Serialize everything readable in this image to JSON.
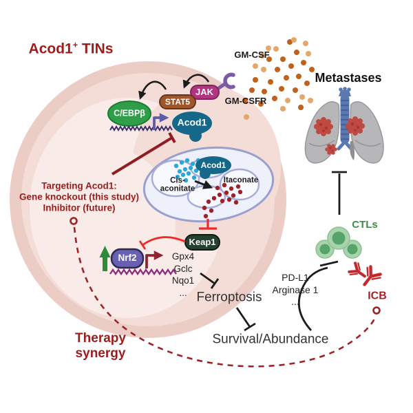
{
  "title": {
    "base": "Acod1",
    "sup": "+",
    "rest": " TINs"
  },
  "labels": {
    "gm_csf": "GM-CSF",
    "gm_csfr": "GM-CSFR",
    "jak": "JAK",
    "stat5": "STAT5",
    "cebpb": "C/EBPβ",
    "acod1": "Acod1",
    "acod1_mito": "Acod1",
    "cis_aconitate": "Cis-\naconitate",
    "itaconate": "Itaconate",
    "targeting": "Targeting Acod1:\nGene knockout (this study)\nInhibitor (future)",
    "keap1": "Keap1",
    "nrf2": "Nrf2",
    "genes": "Gpx4\nGclc\nNqo1\n...",
    "ferroptosis": "Ferroptosis",
    "survival": "Survival/Abundance",
    "pd_l1_list": "PD-L1\nArginase 1\n...",
    "ctls": "CTLs",
    "icb": "ICB",
    "metastases": "Metastases",
    "therapy_synergy": "Therapy\nsynergy"
  },
  "icons": {
    "cell": "neutrophil-cell",
    "receptor": "gm-csfr-receptor",
    "cytokine_dots": "gm-csf-molecules",
    "mitochondria": "mitochondria",
    "dna": "dna-squiggle",
    "ctl_cells": "ctl-cell-cluster",
    "antibody": "antibody-y-icon",
    "lungs": "lungs-with-tumors",
    "ball_end": "dashed-connector-end"
  },
  "colors": {
    "dark_red_text": "#9e1b1b",
    "cell_fill": "#f4dcd7",
    "cell_ring": "#eccdc6",
    "cell_swirl": "#f9ebe7",
    "jak": "#b23480",
    "stat5": "#a0562b",
    "cebpb": "#2f9e49",
    "acod1": "#15688a",
    "receptor_purple": "#7b5ba5",
    "mito_stroke": "#99a0ce",
    "mito_fill": "#eef1fb",
    "cis_dots": "#2ba7d8",
    "itaconate_dots": "#9b2328",
    "red_inhibition": "#ee2b2b",
    "keap1": "#24402e",
    "nrf2": "#695fb3",
    "green_arrow": "#2e8b3a",
    "dna_navy": "#3a2e6e",
    "dna_magenta": "#8c2f7d",
    "promoter_purple": "#5c5ca8",
    "promoter_dark_red": "#8f2430",
    "gmcsf_dot_dark": "#c2611c",
    "gmcsf_dot_light": "#e3a76a",
    "ctl_green": "#3f8b47",
    "icb_red": "#c3292c",
    "lung_gray": "#b7b7b9",
    "trachea_blue": "#5b79b0",
    "tumor_red": "#bf4a42"
  }
}
